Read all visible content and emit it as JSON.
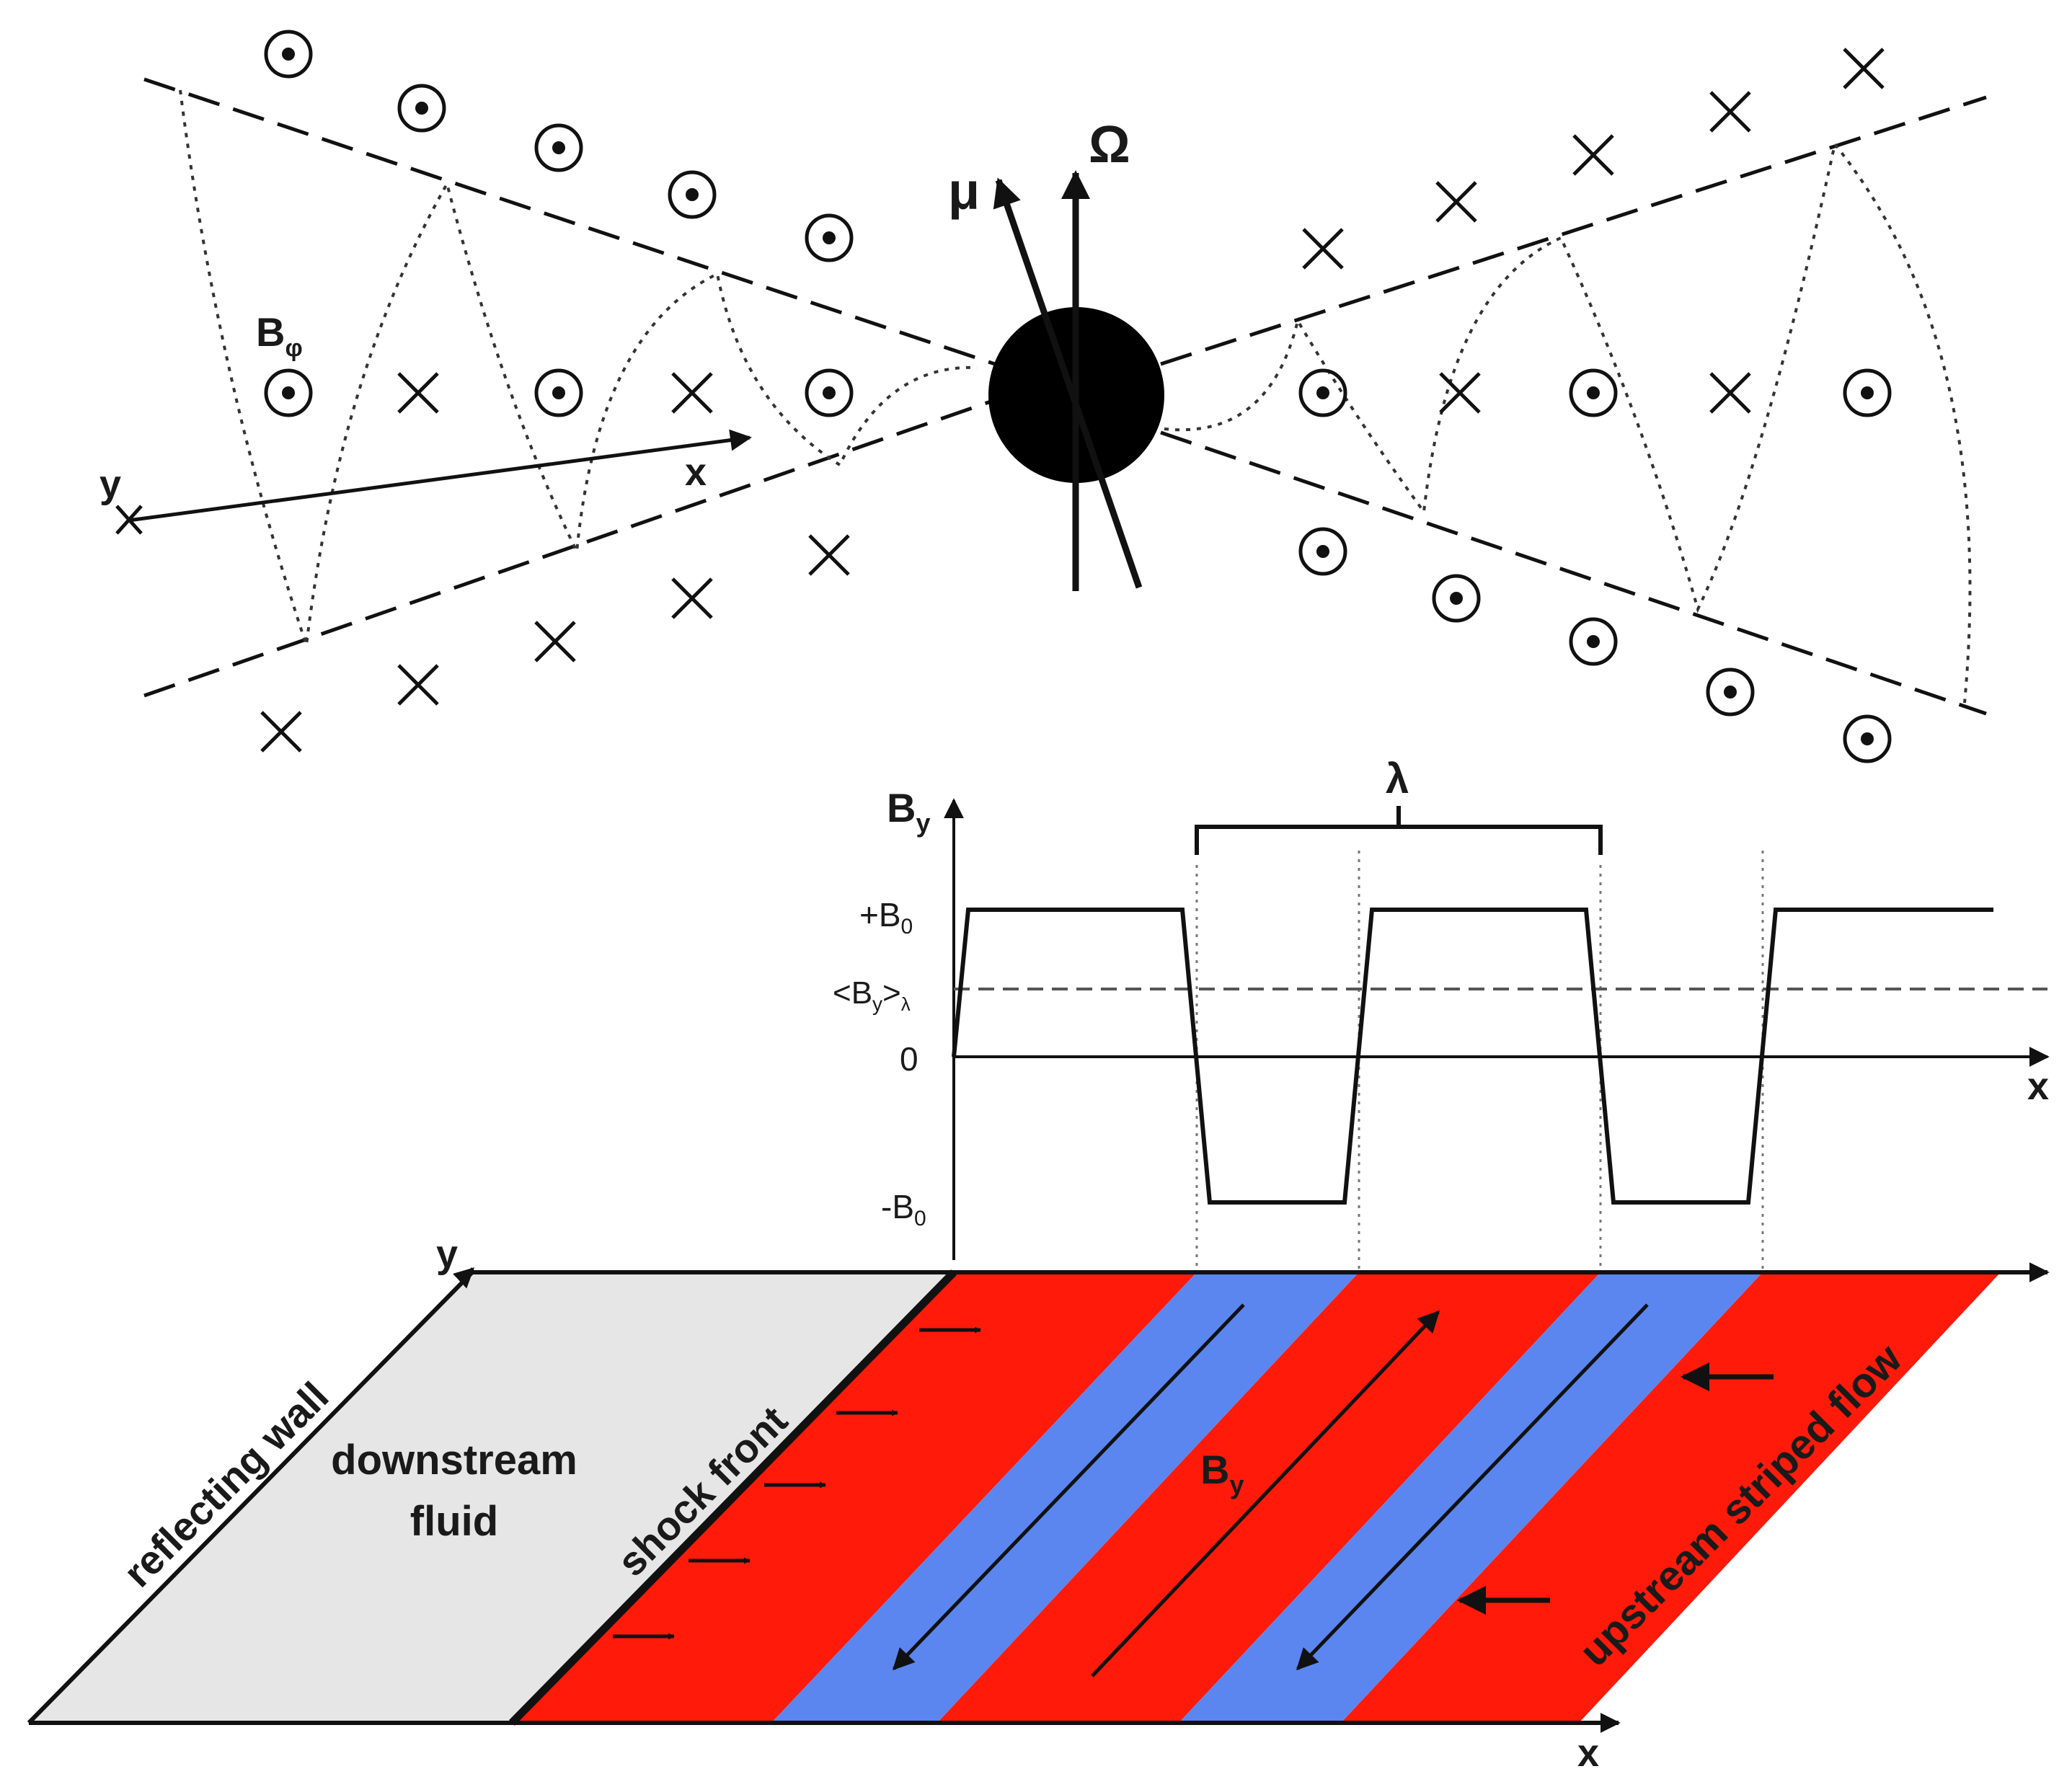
{
  "colors": {
    "ink": "#111111",
    "stripe_red": "#ff1a0a",
    "stripe_blue": "#5b86f0",
    "downstream_gray": "#e6e6e6"
  },
  "pulsar": {
    "labels": {
      "b_phi": "B",
      "b_phi_sub": "φ",
      "mu": "μ",
      "omega": "Ω",
      "axis_x": "x",
      "axis_y": "y"
    },
    "field_symbols": {
      "dot_icon": "circle-dot-icon",
      "cross_icon": "cross-icon"
    }
  },
  "plot": {
    "y_axis_label": "B",
    "y_axis_sub": "y",
    "x_axis_label": "x",
    "wavelength_label": "λ",
    "ticks": {
      "plus_b0": "+B",
      "plus_b0_sub": "0",
      "mean_open": "<B",
      "mean_sub": "y",
      "mean_close": ">",
      "mean_sub2": "λ",
      "zero": "0",
      "minus_b0": "-B",
      "minus_b0_sub": "0"
    }
  },
  "flow": {
    "labels": {
      "reflecting_wall": "reflecting wall",
      "downstream_line1": "downstream",
      "downstream_line2": "fluid",
      "shock_front": "shock front",
      "upstream": "upstream striped flow",
      "b_y": "B",
      "b_y_sub": "y",
      "axis_x": "x",
      "axis_y": "y"
    }
  }
}
